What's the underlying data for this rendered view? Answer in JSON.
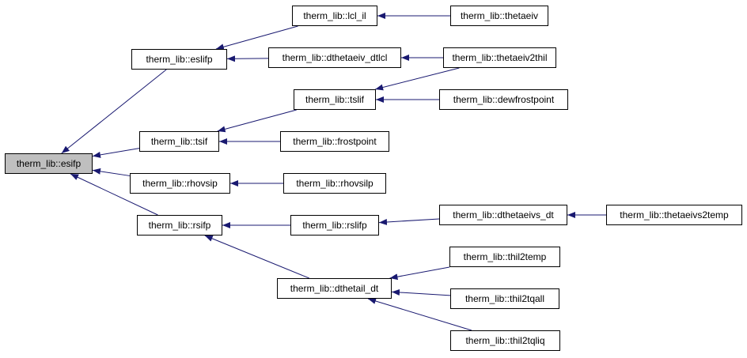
{
  "colors": {
    "edge": "#191970",
    "node_fill": "#ffffff",
    "root_fill": "#bfbfbf",
    "border": "#000000"
  },
  "nodes": {
    "esifp": "therm_lib::esifp",
    "eslifp": "therm_lib::eslifp",
    "tsif": "therm_lib::tsif",
    "rhovsip": "therm_lib::rhovsip",
    "rsifp": "therm_lib::rsifp",
    "lcl_il": "therm_lib::lcl_il",
    "dthetaeiv_dtlcl": "therm_lib::dthetaeiv_dtlcl",
    "tslif": "therm_lib::tslif",
    "frostpoint": "therm_lib::frostpoint",
    "rhovsilp": "therm_lib::rhovsilp",
    "rslifp": "therm_lib::rslifp",
    "dthetail_dt": "therm_lib::dthetail_dt",
    "thetaeiv": "therm_lib::thetaeiv",
    "thetaeiv2thil": "therm_lib::thetaeiv2thil",
    "dewfrostpoint": "therm_lib::dewfrostpoint",
    "dthetaeivs_dt": "therm_lib::dthetaeivs_dt",
    "thetaeivs2temp": "therm_lib::thetaeivs2temp",
    "thil2temp": "therm_lib::thil2temp",
    "thil2tqall": "therm_lib::thil2tqall",
    "thil2tqliq": "therm_lib::thil2tqliq"
  },
  "edges": [
    [
      "eslifp",
      "esifp"
    ],
    [
      "tsif",
      "esifp"
    ],
    [
      "rhovsip",
      "esifp"
    ],
    [
      "rsifp",
      "esifp"
    ],
    [
      "lcl_il",
      "eslifp"
    ],
    [
      "dthetaeiv_dtlcl",
      "eslifp"
    ],
    [
      "tslif",
      "tsif"
    ],
    [
      "frostpoint",
      "tsif"
    ],
    [
      "rhovsilp",
      "rhovsip"
    ],
    [
      "rslifp",
      "rsifp"
    ],
    [
      "dthetail_dt",
      "rsifp"
    ],
    [
      "thetaeiv",
      "lcl_il"
    ],
    [
      "thetaeiv2thil",
      "dthetaeiv_dtlcl"
    ],
    [
      "thetaeiv2thil",
      "tslif"
    ],
    [
      "dewfrostpoint",
      "tslif"
    ],
    [
      "dthetaeivs_dt",
      "rslifp"
    ],
    [
      "thetaeivs2temp",
      "dthetaeivs_dt"
    ],
    [
      "thil2temp",
      "dthetail_dt"
    ],
    [
      "thil2tqall",
      "dthetail_dt"
    ],
    [
      "thil2tqliq",
      "dthetail_dt"
    ]
  ]
}
